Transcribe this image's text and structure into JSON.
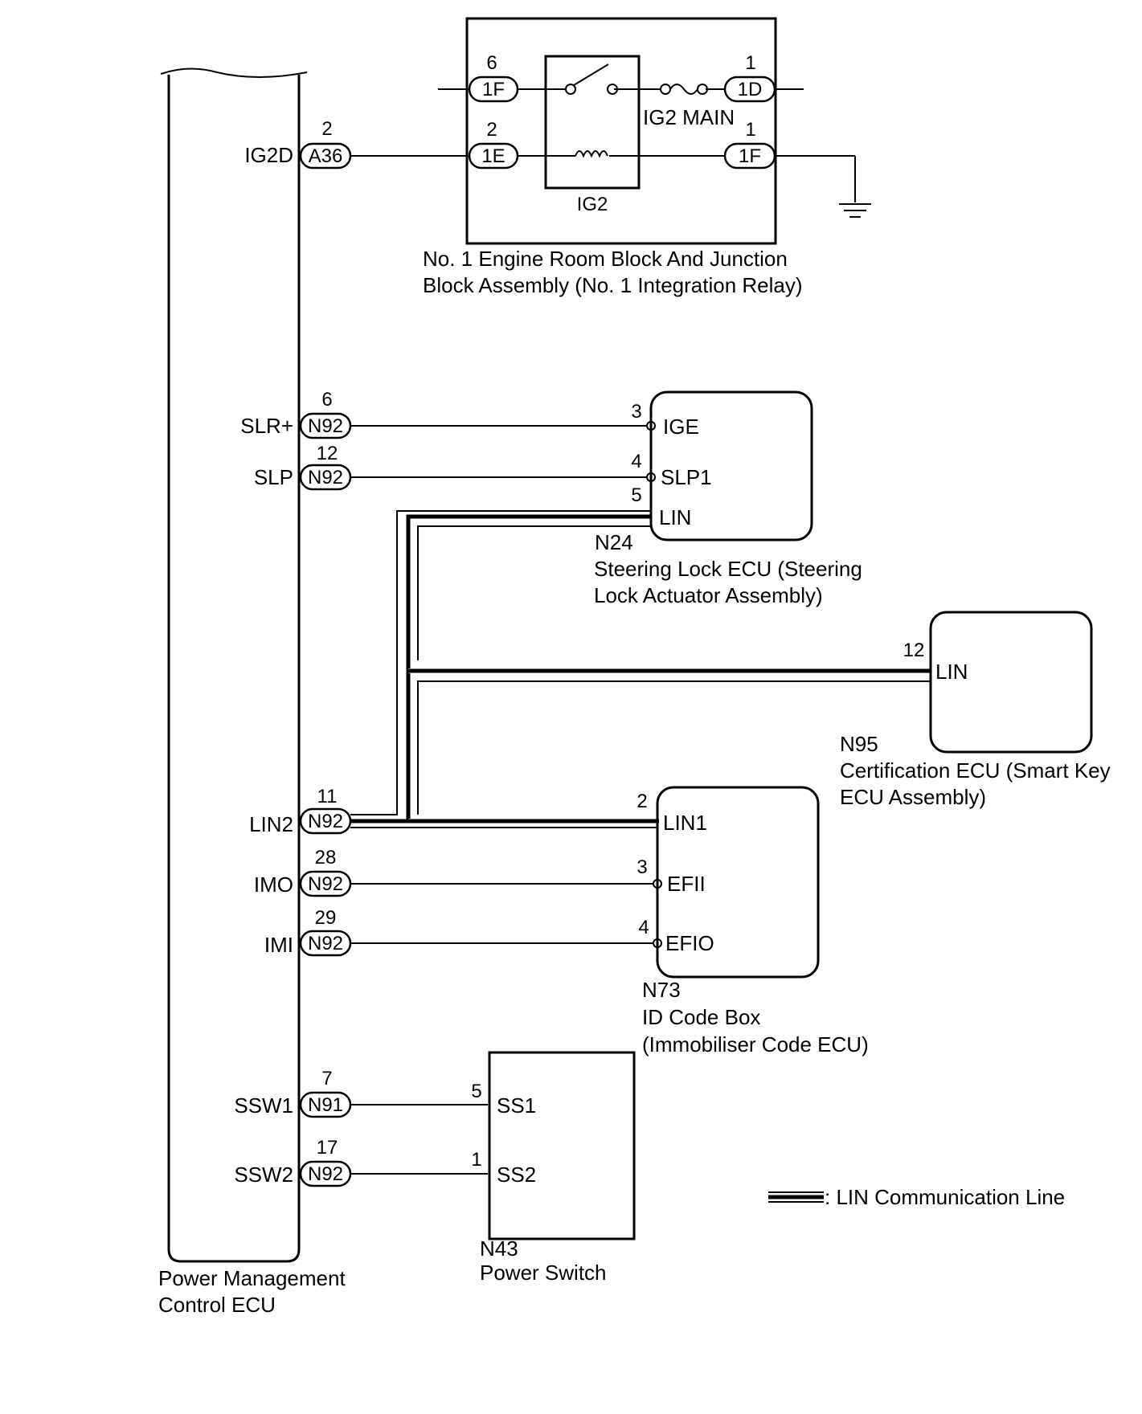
{
  "ecu": {
    "name_line1": "Power Management",
    "name_line2": "Control ECU"
  },
  "ig2d": {
    "terminal": "IG2D",
    "pin": "2",
    "connector": "A36"
  },
  "relay_block": {
    "title_line1": "No. 1 Engine Room Block And Junction",
    "title_line2": "Block Assembly (No. 1 Integration Relay)",
    "relay_name": "IG2",
    "fuse_name": "IG2 MAIN",
    "left_top": {
      "pin": "6",
      "connector": "1F"
    },
    "left_bottom": {
      "pin": "2",
      "connector": "1E"
    },
    "right_top": {
      "pin": "1",
      "connector": "1D"
    },
    "right_bottom": {
      "pin": "1",
      "connector": "1F"
    }
  },
  "ecu_terminals": [
    {
      "name": "SLR+",
      "pin": "6",
      "connector": "N92"
    },
    {
      "name": "SLP",
      "pin": "12",
      "connector": "N92"
    },
    {
      "name": "LIN2",
      "pin": "11",
      "connector": "N92"
    },
    {
      "name": "IMO",
      "pin": "28",
      "connector": "N92"
    },
    {
      "name": "IMI",
      "pin": "29",
      "connector": "N92"
    },
    {
      "name": "SSW1",
      "pin": "7",
      "connector": "N91"
    },
    {
      "name": "SSW2",
      "pin": "17",
      "connector": "N92"
    }
  ],
  "steering_lock": {
    "code": "N24",
    "name_line1": "Steering Lock ECU (Steering",
    "name_line2": "Lock Actuator Assembly)",
    "terminals": [
      {
        "pin": "3",
        "name": "IGE"
      },
      {
        "pin": "4",
        "name": "SLP1"
      },
      {
        "pin": "5",
        "name": "LIN"
      }
    ]
  },
  "certification": {
    "code": "N95",
    "name_line1": "Certification ECU (Smart Key",
    "name_line2": "ECU Assembly)",
    "terminals": [
      {
        "pin": "12",
        "name": "LIN"
      }
    ]
  },
  "id_code_box": {
    "code": "N73",
    "name_line1": "ID Code Box",
    "name_line2": "(Immobiliser Code ECU)",
    "terminals": [
      {
        "pin": "2",
        "name": "LIN1"
      },
      {
        "pin": "3",
        "name": "EFII"
      },
      {
        "pin": "4",
        "name": "EFIO"
      }
    ]
  },
  "power_switch": {
    "code": "N43",
    "name": "Power Switch",
    "terminals": [
      {
        "pin": "5",
        "name": "SS1"
      },
      {
        "pin": "1",
        "name": "SS2"
      }
    ]
  },
  "legend": {
    "label": ": LIN Communication Line"
  },
  "icons": [
    "relay-switch-icon",
    "relay-coil-icon",
    "fuse-icon",
    "ground-icon"
  ]
}
